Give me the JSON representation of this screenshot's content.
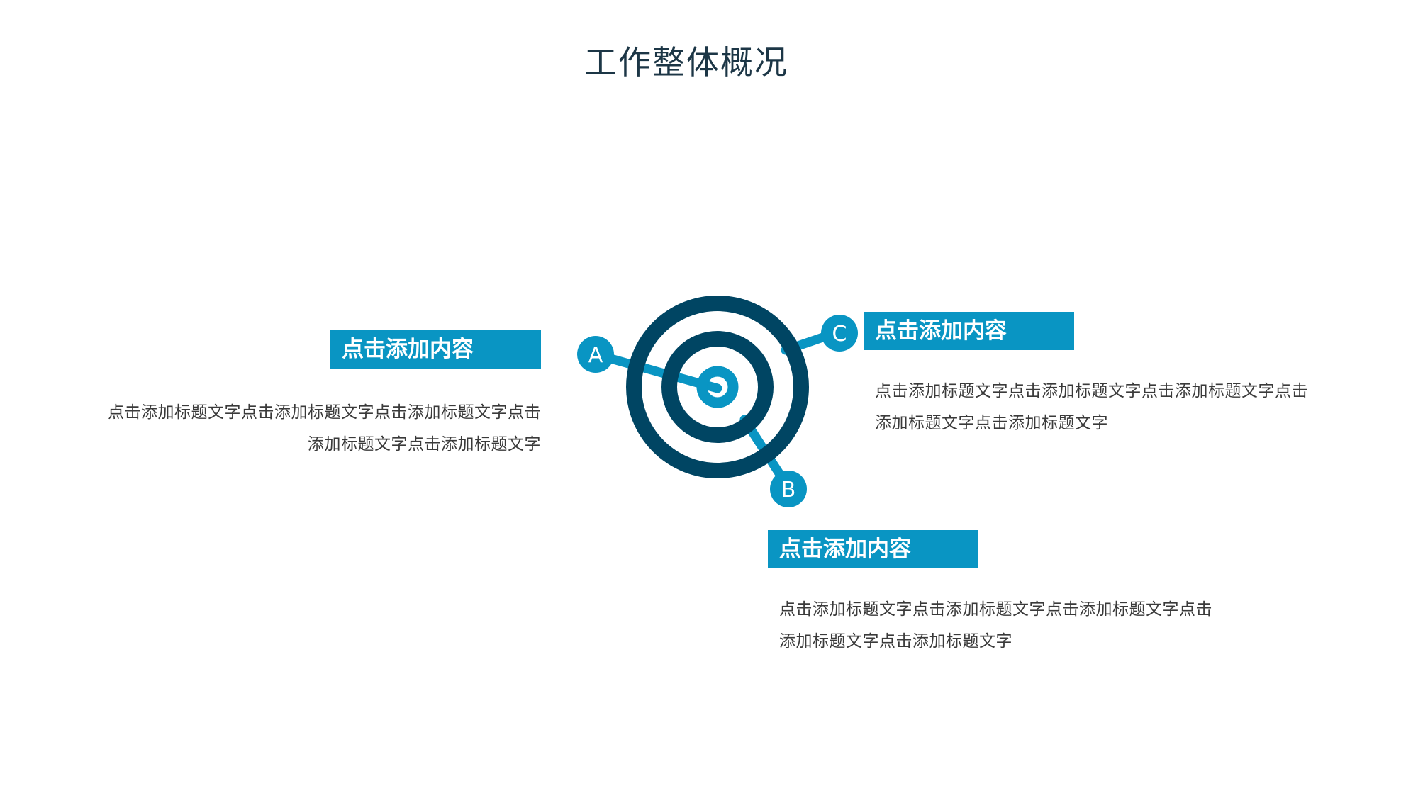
{
  "title": "工作整体概况",
  "colors": {
    "accent": "#0995c3",
    "ring_dark": "#004563",
    "title_text": "#1c3646",
    "body_text": "#3a3a3a",
    "background": "#ffffff"
  },
  "target": {
    "icon": "target-icon",
    "markers": [
      {
        "letter": "A"
      },
      {
        "letter": "B"
      },
      {
        "letter": "C"
      }
    ]
  },
  "items": [
    {
      "id": "left",
      "heading": "点击添加内容",
      "lines": [
        "点击添加标题文字点击添加标题文字点击添加标题文字点击",
        "添加标题文字点击添加标题文字"
      ]
    },
    {
      "id": "right",
      "heading": "点击添加内容",
      "lines": [
        "点击添加标题文字点击添加标题文字点击添加标题文字点击",
        "添加标题文字点击添加标题文字"
      ]
    },
    {
      "id": "bottom",
      "heading": "点击添加内容",
      "lines": [
        "点击添加标题文字点击添加标题文字点击添加标题文字点击",
        "添加标题文字点击添加标题文字"
      ]
    }
  ]
}
